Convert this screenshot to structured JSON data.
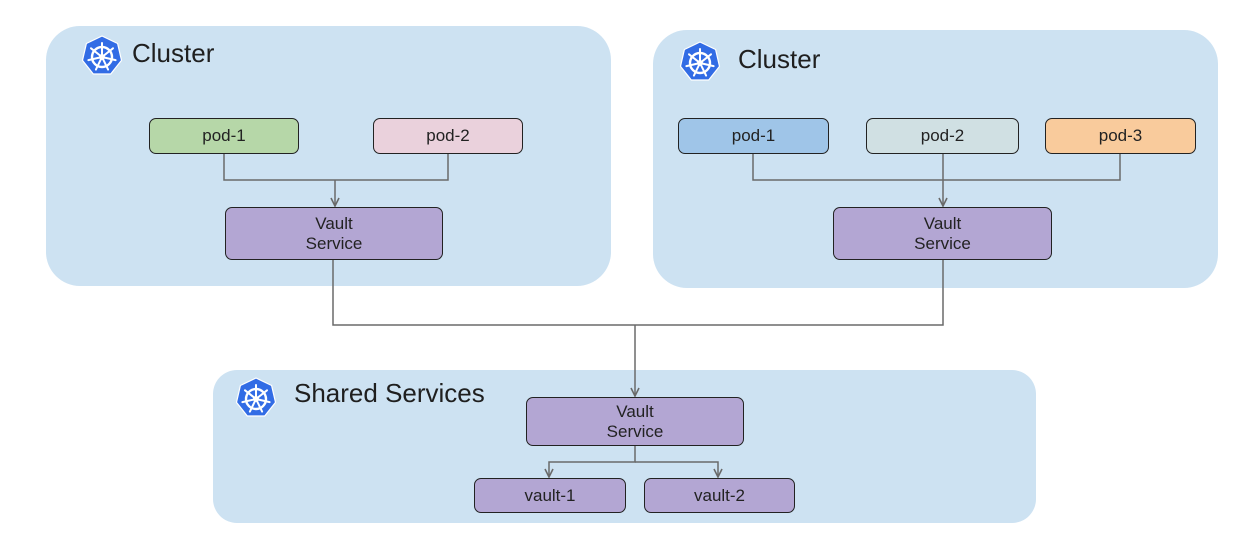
{
  "colors": {
    "panel_bg": "#cde2f2",
    "k8s_blue": "#326ce5",
    "vault_purple": "#b3a6d3",
    "connector": "#6a6a6a"
  },
  "icons": {
    "cluster": "kubernetes-helm-icon"
  },
  "clusters": [
    {
      "title": "Cluster",
      "pods": [
        {
          "label": "pod-1",
          "color": "#b6d7a8"
        },
        {
          "label": "pod-2",
          "color": "#ead1dc"
        }
      ],
      "service": {
        "line1": "Vault",
        "line2": "Service"
      }
    },
    {
      "title": "Cluster",
      "pods": [
        {
          "label": "pod-1",
          "color": "#9fc5e8"
        },
        {
          "label": "pod-2",
          "color": "#d0e0e3"
        },
        {
          "label": "pod-3",
          "color": "#f9cb9c"
        }
      ],
      "service": {
        "line1": "Vault",
        "line2": "Service"
      }
    }
  ],
  "shared": {
    "title": "Shared Services",
    "service": {
      "line1": "Vault",
      "line2": "Service"
    },
    "vaults": [
      {
        "label": "vault-1"
      },
      {
        "label": "vault-2"
      }
    ]
  }
}
